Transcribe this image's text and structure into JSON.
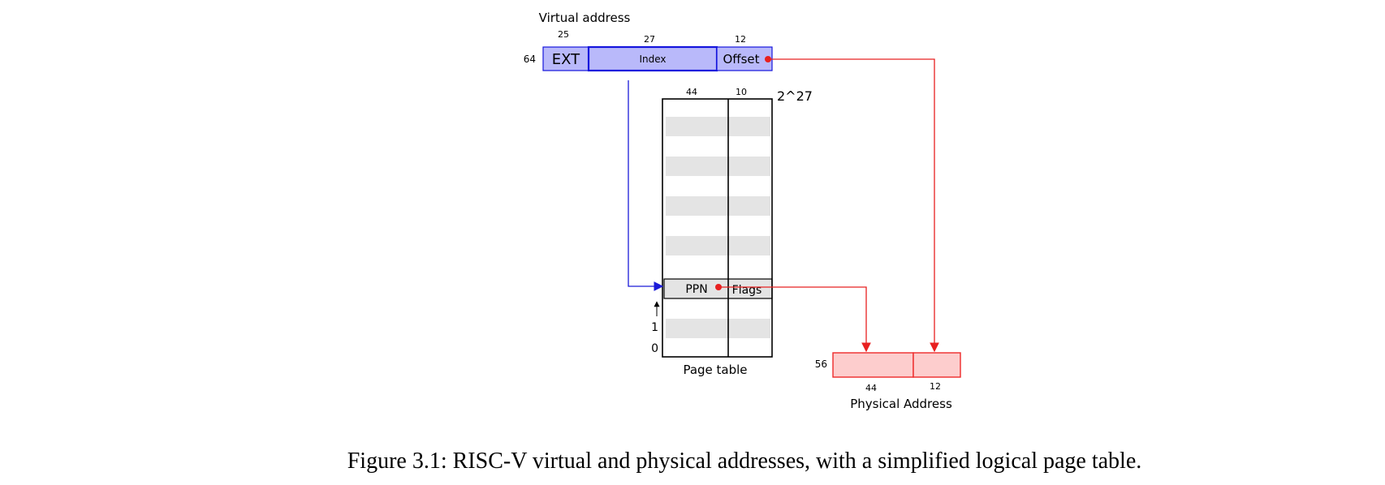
{
  "virtual_address": {
    "title": "Virtual address",
    "total_bits": "64",
    "fields": [
      {
        "bits": "25",
        "label": "EXT"
      },
      {
        "bits": "27",
        "label": "Index"
      },
      {
        "bits": "12",
        "label": "Offset"
      }
    ]
  },
  "page_table": {
    "columns": [
      "44",
      "10"
    ],
    "size": "2^27",
    "entry": {
      "ppn": "PPN",
      "flags": "Flags"
    },
    "row_labels": [
      "1",
      "0"
    ],
    "label": "Page table"
  },
  "physical_address": {
    "total_bits": "56",
    "fields": [
      {
        "bits": "44"
      },
      {
        "bits": "12"
      }
    ],
    "label": "Physical Address"
  },
  "caption": "Figure 3.1: RISC-V virtual and physical addresses, with a simplified logical page table.",
  "colors": {
    "virtual_fill": "#b9b9fa",
    "virtual_stroke": "#1515dd",
    "physical_fill": "#fdcdcd",
    "physical_stroke": "#ee2a2a",
    "arrow_red": "#e82020",
    "arrow_blue": "#1b1bd8",
    "row_gray": "#e4e4e4"
  }
}
